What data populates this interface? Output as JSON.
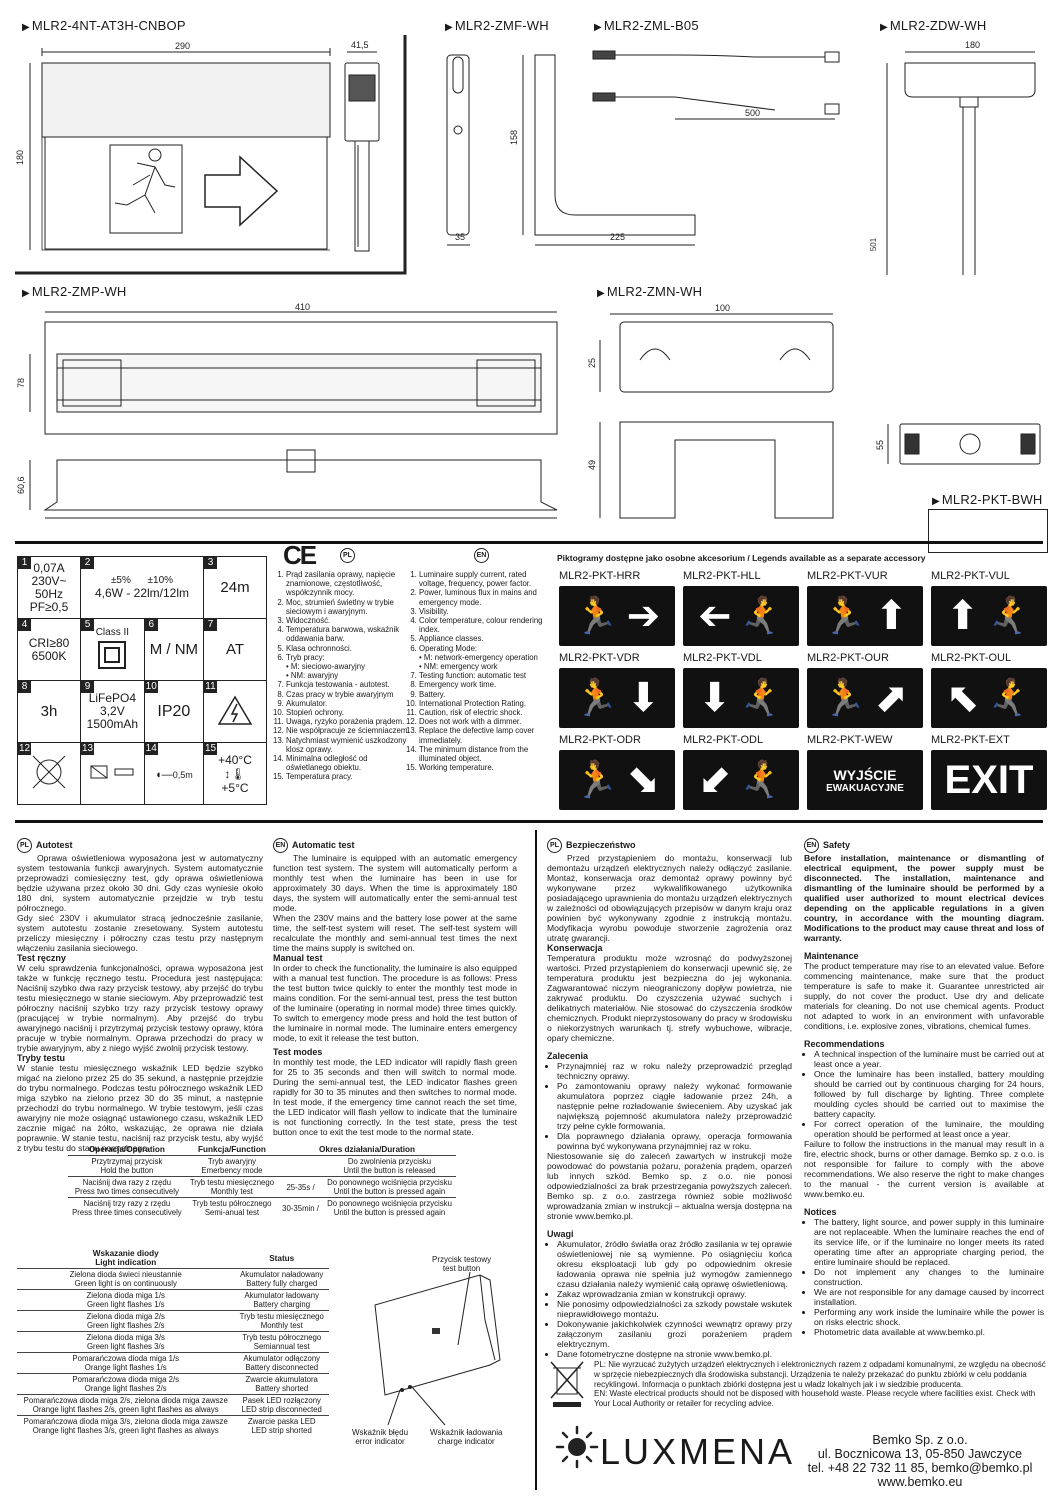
{
  "models": {
    "m1": "MLR2-4NT-AT3H-CNBOP",
    "m2": "MLR2-ZMF-WH",
    "m3": "MLR2-ZML-B05",
    "m4": "MLR2-ZDW-WH",
    "m5": "MLR2-ZMP-WH",
    "m6": "MLR2-ZMN-WH",
    "m7": "MLR2-PKT-BWH"
  },
  "dims": {
    "d290": "290",
    "d41": "41,5",
    "d180a": "180",
    "d158": "158",
    "d35": "35",
    "d225": "225",
    "d500": "500",
    "d180b": "180",
    "d501": "501",
    "d410": "410",
    "d78": "78",
    "d606": "60,6",
    "d100": "100",
    "d25": "25",
    "d49": "49",
    "d55": "55"
  },
  "specs": {
    "c1": "0,07A\n230V~\n50Hz\nPF≥0,5",
    "c2a": "±5%      ±10%",
    "c2b": "4,6W - 22lm/12lm",
    "c3": "24m",
    "c4": "CRI≥80\n6500K",
    "c5": "Class II",
    "c6": "M / NM",
    "c7": "AT",
    "c8": "3h",
    "c9": "LiFePO4\n3,2V\n1500mAh",
    "c10": "IP20",
    "c14": "0,5m",
    "c15a": "+40°C",
    "c15b": "+5°C"
  },
  "legend_pl": [
    "Prąd zasilania oprawy, napięcie znamionowe, częstotliwość, współczynnik mocy.",
    "Moc, strumień świetlny w trybie sieciowym i awaryjnym.",
    "Widoczność.",
    "Temperatura barwowa, wskaźnik oddawania barw.",
    "Klasa ochronności.",
    "Tryb pracy:",
    "Funkcja testowania - autotest.",
    "Czas pracy w trybie awaryjnym",
    "Akumulator.",
    "Stopień ochrony.",
    "Uwaga, ryzyko porażenia prądem.",
    "Nie współpracuje ze ściemniaczem.",
    "Natychmiast wymienić uszkodzony klosz oprawy.",
    "Minimalna odległość od oświetlanego obiektu.",
    "Temperatura pracy."
  ],
  "legend_pl_sub": [
    "M: sieciowo-awaryjny",
    "NM: awaryjny"
  ],
  "legend_en": [
    "Luminaire supply current, rated voltage, frequency, power factor.",
    "Power, luminous flux in mains and emergency mode.",
    "Visibility.",
    "Color temperature, colour rendering index.",
    "Appliance classes.",
    "Operating Mode:",
    "Testing function: automatic test",
    "Emergency work time.",
    "Battery.",
    "International Protection Rating.",
    "Caution, risk of electric shock.",
    "Does not work with a dimmer.",
    "Replace the defective lamp cover immediately.",
    "The minimum distance from the illuminated object.",
    "Working temperature."
  ],
  "legend_en_sub": [
    "M: network-emergency operation",
    "NM: emergency work"
  ],
  "picto_header": "Piktogramy dostępne jako osobne akcesorium / Legends available as a separate accessory",
  "pictos": [
    "MLR2-PKT-HRR",
    "MLR2-PKT-HLL",
    "MLR2-PKT-VUR",
    "MLR2-PKT-VUL",
    "MLR2-PKT-VDR",
    "MLR2-PKT-VDL",
    "MLR2-PKT-OUR",
    "MLR2-PKT-OUL",
    "MLR2-PKT-ODR",
    "MLR2-PKT-ODL",
    "MLR2-PKT-WEW",
    "MLR2-PKT-EXT"
  ],
  "wew1": "WYJŚCIE",
  "wew2": "EWAKUACYJNE",
  "exit": "EXIT",
  "autotest_pl": {
    "h": "Autotest",
    "p1": "Oprawa oświetleniowa wyposażona jest w automatyczny system testowania funkcji awaryjnych. System automatycznie przeprowadzi comiesięczny test, gdy oprawa oświetleniowa będzie używana przez około 30 dni. Gdy czas wyniesie około 180 dni, system automatycznie przejdzie w tryb testu półrocznego.",
    "p2": "Gdy sieć 230V i akumulator stracą jednocześnie zasilanie, system autotestu zostanie zresetowany. System autotestu przeliczy miesięczny i półroczny czas testu przy następnym włączeniu zasilania sieciowego.",
    "h2": "Test ręczny",
    "p3": "W celu sprawdzenia funkcjonalności, oprawa wyposażona jest także w funkcję ręcznego testu. Procedura jest następująca: Naciśnij szybko dwa razy przycisk testowy, aby przejść do trybu testu miesięcznego w stanie sieciowym. Aby przeprowadzić test półroczny naciśnij szybko trzy razy przycisk testowy oprawy (pracującej w trybie normalnym). Aby przejść do trybu awaryjnego naciśnij i przytrzymaj przycisk testowy oprawy, która pracuje w trybie normalnym. Oprawa przechodzi do pracy w trybie awaryjnym, aby z niego wyjść zwolnij przycisk testowy.",
    "h3": "Tryby testu",
    "p4": "W stanie testu miesięcznego wskaźnik LED będzie szybko migać na zielono przez 25 do 35 sekund, a następnie przejdzie do trybu normalnego. Podczas testu półrocznego wskaźnik LED miga szybko na zielono przez 30 do 35 minut, a następnie przechodzi do trybu normalnego. W trybie testowym, jeśli czas awaryjny nie może osiągnąć ustawionego czasu, wskaźnik LED zacznie migać na żółto, wskazując, że oprawa nie działa poprawnie. W stanie testu, naciśnij raz przycisk testu, aby wyjść z trybu testu do stanu normalnego."
  },
  "autotest_en": {
    "h": "Automatic test",
    "p1": "The luminaire is equipped with an automatic emergency function test system. The system will automatically perform a monthly test when the luminaire has been in use for approximately 30 days. When the time is approximately 180 days, the system will automatically enter the semi-annual test mode.",
    "p2": "When the 230V mains and the battery lose power at the same time, the self-test system will reset. The self-test system will recalculate the monthly and semi-annual test times the next time the mains supply is switched on.",
    "h2": "Manual test",
    "p3": "In order to check the functionality, the luminaire is also equipped with a manual test function. The procedure is as follows: Press the test button twice quickly to enter the monthly test mode in mains condition. For the semi-annual test, press the test button of the luminaire (operating in normal mode) three times quickly. To switch to emergency mode press and hold the test button of the luminaire in normal mode. The luminaire enters emergency mode, to exit it release the test button.",
    "h3": "Test modes",
    "p4": "In monthly test mode, the LED indicator will rapidly flash green for 25 to 35 seconds and then will switch to normal mode. During the semi-annual test, the LED indicator flashes green rapidly for 30 to 35 minutes and then switches to normal mode. In test mode, if the emergency time cannot reach the set time, the LED indicator will flash yellow to indicate that the luminaire is not functioning correctly. In the test state, press the test button once to exit the test mode to the normal state."
  },
  "op_table": {
    "h": [
      "Operacja/Operation",
      "Funkcja/Function",
      "Okres działania/Duration"
    ],
    "rows": [
      [
        "Przytrzymaj przycisk",
        "Hold the button",
        "Tryb awaryjny",
        "Emerbency mode",
        "",
        "Do zwolnienia przycisku",
        "Until the button is released"
      ],
      [
        "Naciśnij dwa razy z rzędu",
        "Press two times consecutively",
        "Tryb testu miesięcznego",
        "Monthly test",
        "25-35s /",
        "Do ponownego wciśnięcia przycisku",
        "Until the button is pressed again"
      ],
      [
        "Naciśnij trzy razy z rzędu",
        "Press three times consecutively",
        "Tryb testu półrocznego",
        "Semi-anual test",
        "30-35min /",
        "Do ponownego wciśnięcia przycisku",
        "Until the button is pressed again"
      ]
    ]
  },
  "led_table": {
    "h1": "Wskazanie diody",
    "h1b": "Light indication",
    "h2": "Status",
    "rows": [
      [
        "Zielona dioda świeci nieustannie",
        "Green light is on continuously",
        "Akumulator naładowany",
        "Battery fully charged"
      ],
      [
        "Zielona dioda miga 1/s",
        "Green light flashes 1/s",
        "Akumulator ładowany",
        "Battery charging"
      ],
      [
        "Zielona dioda miga 2/s",
        "Green light flashes 2/s",
        "Tryb testu miesięcznego",
        "Monthly test"
      ],
      [
        "Zielona dioda miga 3/s",
        "Green light flashes 3/s",
        "Tryb testu półrocznego",
        "Semiannual test"
      ],
      [
        "Pomarańczowa dioda miga 1/s",
        "Orange light flashes 1/s",
        "Akumulator odłączony",
        "Battery disconnected"
      ],
      [
        "Pomarańczowa dioda miga 2/s",
        "Orange light flashes 2/s",
        "Zwarcie akumulatora",
        "Battery shorted"
      ],
      [
        "Pomarańczowa dioda miga 2/s, zielona dioda miga zawsze",
        "Orange light flashes 2/s, green light flashes as always",
        "Pasek LED rozłączony",
        "LED strip disconnected"
      ],
      [
        "Pomarańczowa dioda miga 3/s, zielona dioda miga zawsze",
        "Orange light flashes 3/s, green light flashes as always",
        "Zwarcie paska LED",
        "LED strip shorted"
      ]
    ]
  },
  "callouts": {
    "btn": "Przycisk testowy\ntest button",
    "err": "Wskaźnik błędu\nerror indicator",
    "chg": "Wskaźnik ładowania\ncharge indicator"
  },
  "safety_pl": {
    "h": "Bezpieczeństwo",
    "p": "Przed przystąpieniem do montażu, konserwacji lub demontażu urządzeń elektrycznych należy odłączyć zasilanie. Montaż, konserwacja oraz demontaż oprawy powinny być wykonywane przez wykwalifikowanego użytkownika posiadającego uprawnienia do montażu urządzeń elektrycznych w zależności od obowiązujących przepisów w danym kraju oraz powinien być wykonywany zgodnie z instrukcją montażu. Modyfikacja wyrobu powoduje stworzenie zagrożenia oraz utratę gwarancji.",
    "h2": "Konserwacja",
    "p2": "Temperatura produktu może wzrosnąć do podwyższonej wartości. Przed przystąpieniem do konserwacji upewnić się, że temperatura produktu jest bezpieczna do jej wykonania. Zagwarantować niczym nieograniczony dopływ powietrza, nie zakrywać produktu. Do czyszczenia używać suchych i delikatnych materiałów. Nie stosować do czyszczenia środków chemicznych. Produkt nieprzystosowany do pracy w środowisku o niekorzystnych warunkach tj. strefy wybuchowe, wibracje, opary chemiczne.",
    "h3": "Zalecenia",
    "li": [
      "Przynajmniej raz w roku należy przeprowadzić przegląd techniczny oprawy.",
      "Po zamontowaniu oprawy należy wykonać formowanie akumulatora poprzez ciągłe ładowanie przez 24h, a następnie pełne rozładowanie świeceniem. Aby uzyskać jak największą pojemność akumulatora należy przeprowadzić trzy pełne cykle formowania.",
      "Dla poprawnego działania oprawy, operacja formowania powinna być wykonywana przynajmniej raz w roku."
    ],
    "p3": "Niestosowanie się do zaleceń zawartych w instrukcji może powodować do powstania pożaru, porażenia prądem, oparzeń lub innych szkód. Bemko sp. z o.o. nie ponosi odpowiedzialności za brak przestrzegania powyższych zaleceń. Bemko sp. z o.o. zastrzega również sobie możliwość wprowadzania zmian w instrukcji – aktualna wersja dostępna na stronie www.bemko.pl.",
    "h4": "Uwagi",
    "li2": [
      "Akumulator, źródło światła oraz źródło zasilania w tej oprawie oświetleniowej nie są wymienne. Po osiągnięciu końca okresu eksploatacji lub gdy po odpowiednim okresie ładowania oprawa nie spełnia już wymogów zamiennego czasu działania należy wymienić całą oprawę oświetleniową.",
      "Zakaz wprowadzania zmian w konstrukcji oprawy.",
      "Nie ponosimy odpowiedzialności za szkody powstałe wskutek nieprawidłowego montażu.",
      "Dokonywanie jakichkolwiek czynności wewnątrz oprawy przy załączonym zasilaniu grozi porażeniem prądem elektrycznym.",
      "Dane fotometryczne dostępne na stronie www.bemko.pl."
    ]
  },
  "safety_en": {
    "h": "Safety",
    "p": "Before installation, maintenance or dismantling of electrical equipment, the power supply must be disconnected. The installation, maintenance and dismantling of the luminaire should be performed by a qualified user authorized to mount electrical devices depending on the applicable regulations in a given country, in accordance with the mounting diagram. Modifications to the product may cause threat and loss of warranty.",
    "h2": "Maintenance",
    "p2": "The product temperature may rise to an elevated value. Before commencing maintenance, make sure that the product temperature is safe to make it. Guarantee unrestricted air supply, do not cover the product. Use dry and delicate materials for cleaning. Do not use chemical agents. Product not adapted to work in an environment with unfavorable conditions, i.e. explosive zones, vibrations, chemical fumes.",
    "h3": "Recommendations",
    "li": [
      "A technical inspection of the luminaire must be carried out at least once a year.",
      "Once the luminaire has been installed, battery moulding should be carried out by continuous charging for 24 hours, followed by full discharge by lighting. Three complete moulding cycles should be carried out to maximise the battery capacity.",
      "For correct operation of the luminaire, the moulding operation should be performed at least once a year."
    ],
    "p3": "Failure to follow the instructions in the manual may result in a fire, electric shock, burns or other damage. Bemko sp. z o.o. is not responsible for failure to comply with the above recommendations. We also reserve the right to make changes to the manual - the current version is available at www.bemko.eu.",
    "h4": "Notices",
    "li2": [
      "The battery, light source, and power supply in this luminaire are not replaceable. When the luminaire reaches the end of its service life, or if the luminaire no longer meets its rated operating time after an appropriate charging period, the entire luminaire should be replaced.",
      "Do not implement any changes to the luminaire construction.",
      "We are not responsible for any damage caused by incorrect installation.",
      "Performing any work inside the luminaire while the power is on risks electric shock.",
      "Photometric data available at www.bemko.pl."
    ]
  },
  "weee": {
    "pl": "PL: Nie wyrzucać zużytych urządzeń elektrycznych i elektronicznych razem z odpadami komunalnymi, ze względu na obecność w sprzęcie niebezpiecznych dla środowiska substancji. Urządzenia te należy przekazać do punktu zbiórki w celu poddania recyklingowi. Informacja o punktach zbiórki dostępna jest u władz lokalnych jak i w siedzibie producenta.",
    "en": "EN: Waste electrical products should not be disposed with household waste. Please recycle where facilities exist. Check with Your Local Authority or retailer for recycling advice."
  },
  "brand": "LUXMENA",
  "company": [
    "Bemko Sp. z o.o.",
    "ul. Bocznicowa 13, 05-850 Jawczyce",
    "tel. +48 22 732 11 85, bemko@bemko.pl",
    "www.bemko.eu"
  ]
}
